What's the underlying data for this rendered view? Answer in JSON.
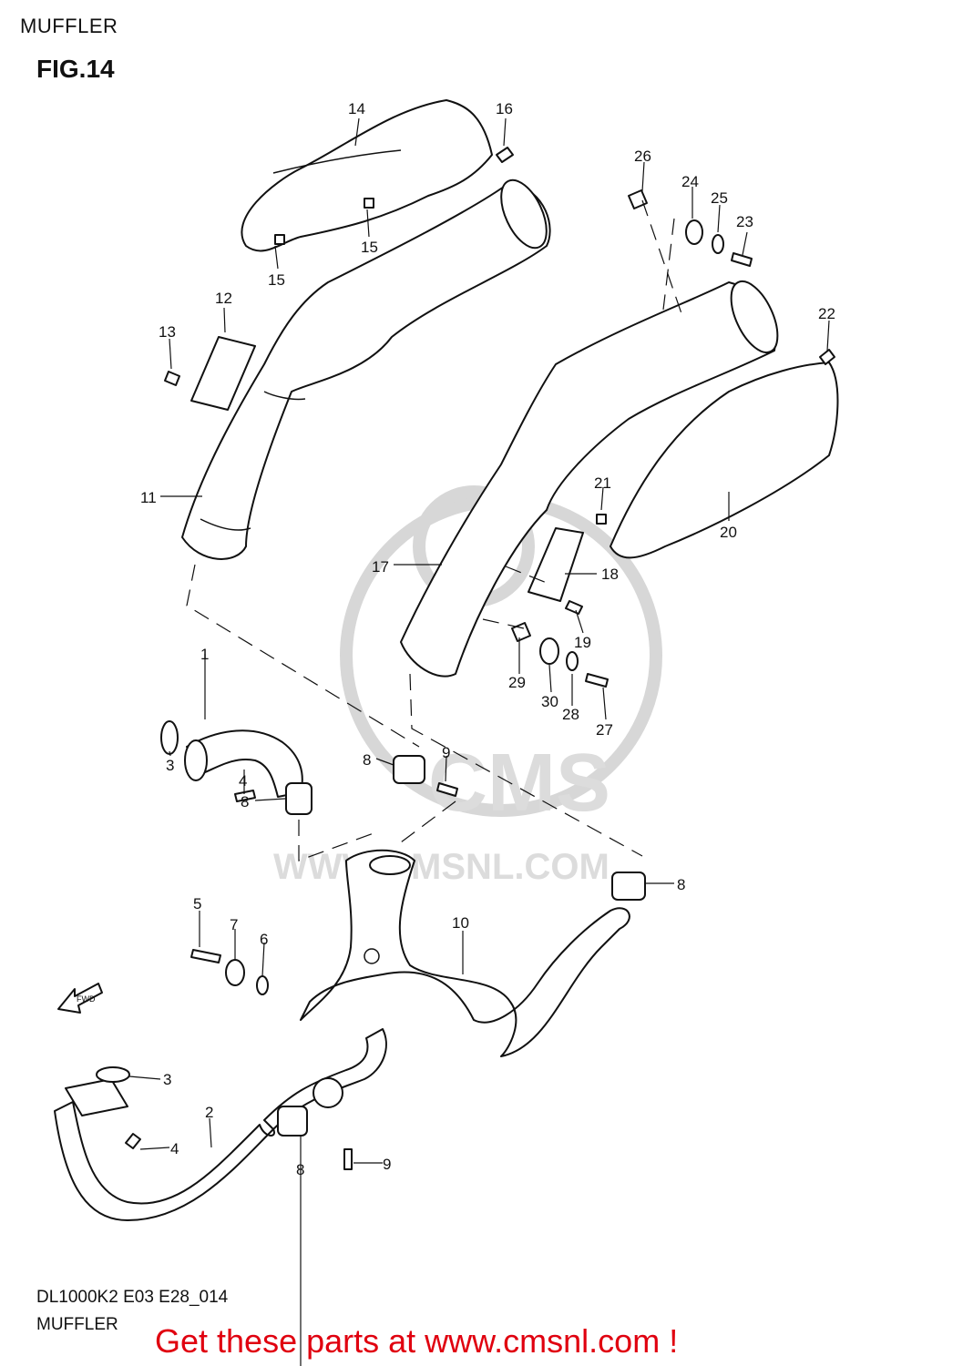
{
  "header": {
    "title": "MUFFLER",
    "figure": "FIG.14"
  },
  "footer": {
    "code": "DL1000K2 E03 E28_014",
    "name": "MUFFLER"
  },
  "promo": {
    "text": "Get these parts at www.cmsnl.com !"
  },
  "watermark": {
    "brand": "CMS",
    "site": "WWW.CMSNL.COM"
  },
  "fwd_arrow": {
    "label": "FWD"
  },
  "callouts": {
    "c1": "1",
    "c2": "2",
    "c3a": "3",
    "c3b": "3",
    "c4a": "4",
    "c4b": "4",
    "c5": "5",
    "c6": "6",
    "c7": "7",
    "c8a": "8",
    "c8b": "8",
    "c8c": "8",
    "c8d": "8",
    "c9a": "9",
    "c9b": "9",
    "c10": "10",
    "c11": "11",
    "c12": "12",
    "c13": "13",
    "c14": "14",
    "c15a": "15",
    "c15b": "15",
    "c16": "16",
    "c17": "17",
    "c18": "18",
    "c19": "19",
    "c20": "20",
    "c21": "21",
    "c22": "22",
    "c23": "23",
    "c24": "24",
    "c25": "25",
    "c26": "26",
    "c27": "27",
    "c28": "28",
    "c29": "29",
    "c30": "30"
  },
  "colors": {
    "promo": "#e0000f",
    "watermark": "#d7d7d7"
  }
}
